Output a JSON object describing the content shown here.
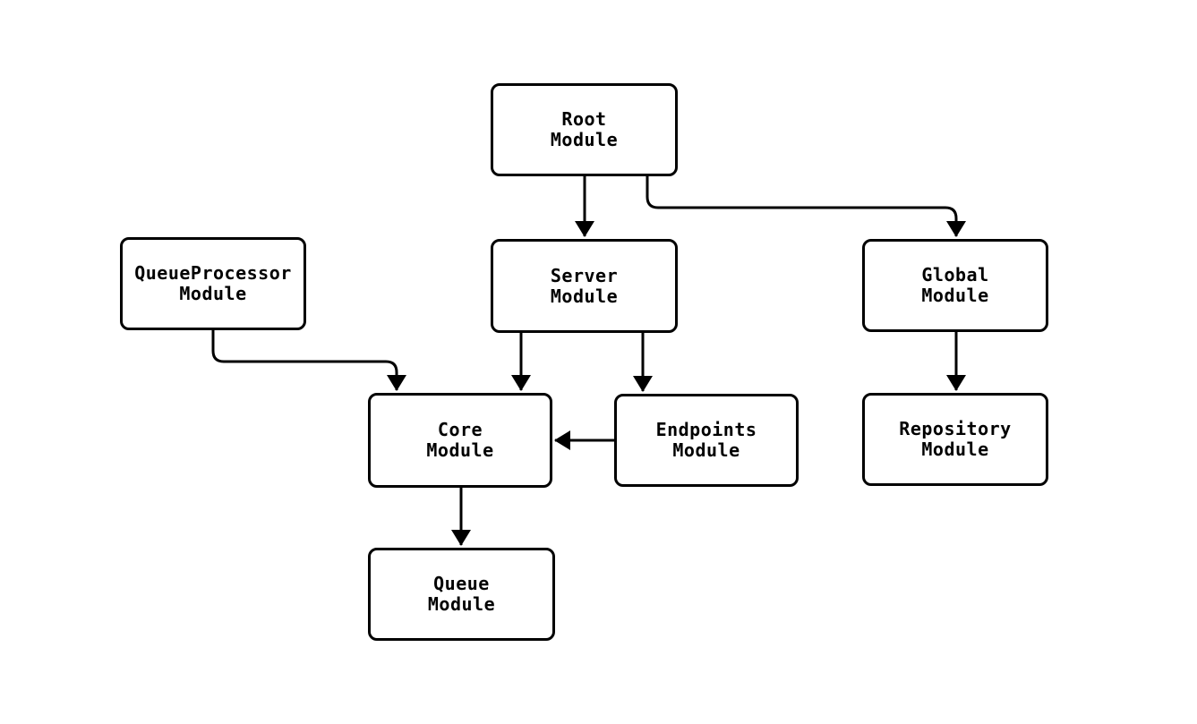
{
  "diagram": {
    "type": "flowchart",
    "direction": "top-down",
    "colors": {
      "background": "#ffffff",
      "node_fill": "#ffffff",
      "node_border": "#000000",
      "edge_stroke": "#000000",
      "text": "#000000"
    },
    "nodes": [
      {
        "id": "root",
        "line1": "Root",
        "line2": "Module"
      },
      {
        "id": "server",
        "line1": "Server",
        "line2": "Module"
      },
      {
        "id": "queueprocessor",
        "line1": "QueueProcessor",
        "line2": "Module"
      },
      {
        "id": "global",
        "line1": "Global",
        "line2": "Module"
      },
      {
        "id": "core",
        "line1": "Core",
        "line2": "Module"
      },
      {
        "id": "endpoints",
        "line1": "Endpoints",
        "line2": "Module"
      },
      {
        "id": "repository",
        "line1": "Repository",
        "line2": "Module"
      },
      {
        "id": "queue",
        "line1": "Queue",
        "line2": "Module"
      }
    ],
    "edges": [
      {
        "from": "root",
        "to": "server"
      },
      {
        "from": "root",
        "to": "global"
      },
      {
        "from": "server",
        "to": "core"
      },
      {
        "from": "server",
        "to": "endpoints"
      },
      {
        "from": "queueprocessor",
        "to": "core"
      },
      {
        "from": "endpoints",
        "to": "core"
      },
      {
        "from": "global",
        "to": "repository"
      },
      {
        "from": "core",
        "to": "queue"
      }
    ]
  }
}
